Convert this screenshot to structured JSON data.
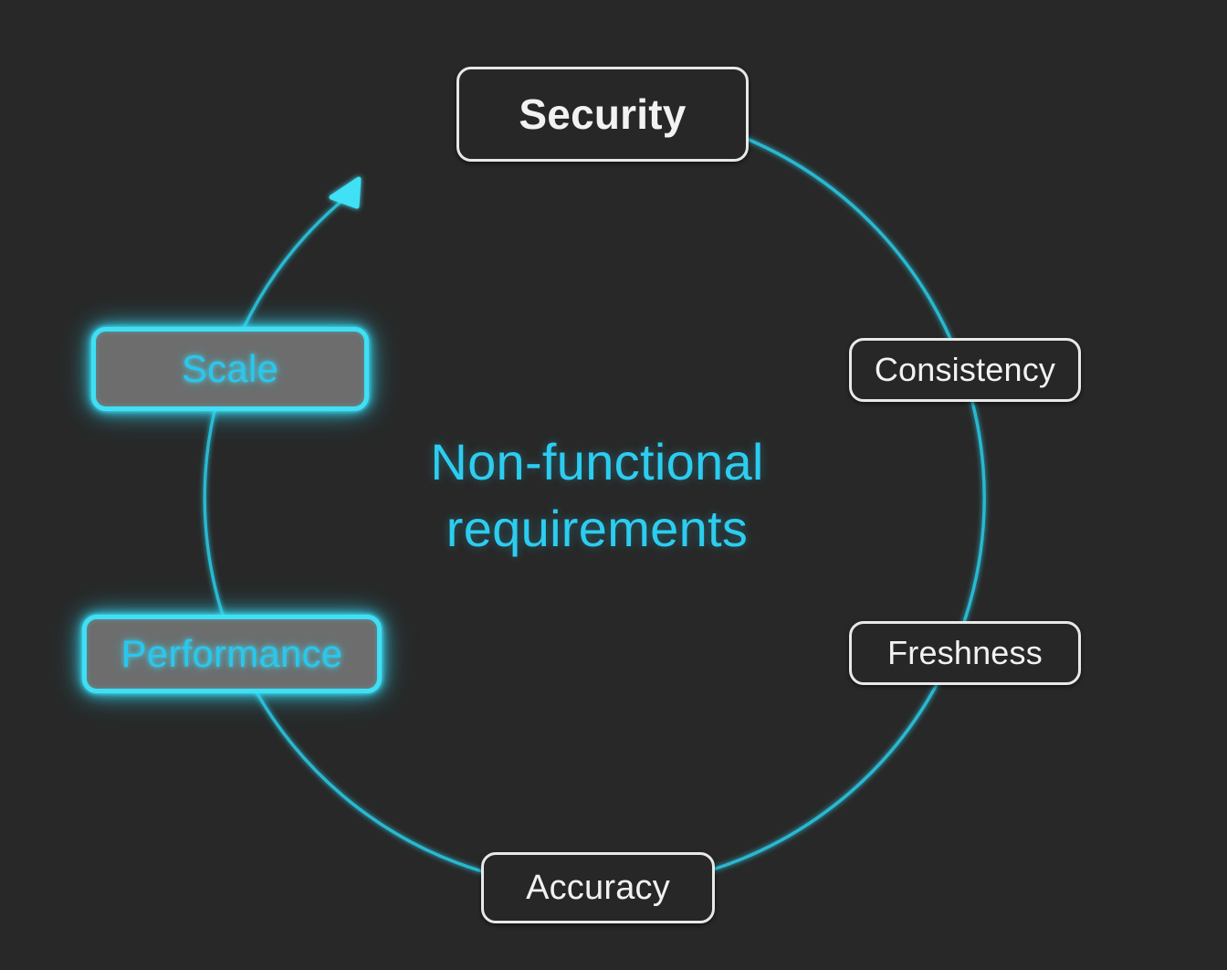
{
  "diagram": {
    "type": "cycle",
    "title": "Non-functional requirements",
    "title_lines": [
      "Non-functional",
      "requirements"
    ],
    "background_color": "#282828",
    "ring_color": "#29b8d0",
    "accent_color": "#3fe0f5",
    "plain_border_color": "#e8e8e8",
    "plain_text_color": "#f2f2f2",
    "highlight_fill_color": "#6d6d6d",
    "highlight_text_color": "#29c7ef",
    "direction": "counter-clockwise",
    "arrow": {
      "name": "flow-arrowhead",
      "points_to": "Scale",
      "color": "#3fe0f5"
    },
    "nodes": [
      {
        "id": "security",
        "label": "Security",
        "position": "top",
        "highlighted": false
      },
      {
        "id": "consistency",
        "label": "Consistency",
        "position": "right-upper",
        "highlighted": false
      },
      {
        "id": "freshness",
        "label": "Freshness",
        "position": "right-lower",
        "highlighted": false
      },
      {
        "id": "accuracy",
        "label": "Accuracy",
        "position": "bottom",
        "highlighted": false
      },
      {
        "id": "performance",
        "label": "Performance",
        "position": "left-lower",
        "highlighted": true
      },
      {
        "id": "scale",
        "label": "Scale",
        "position": "left-upper",
        "highlighted": true
      }
    ]
  }
}
